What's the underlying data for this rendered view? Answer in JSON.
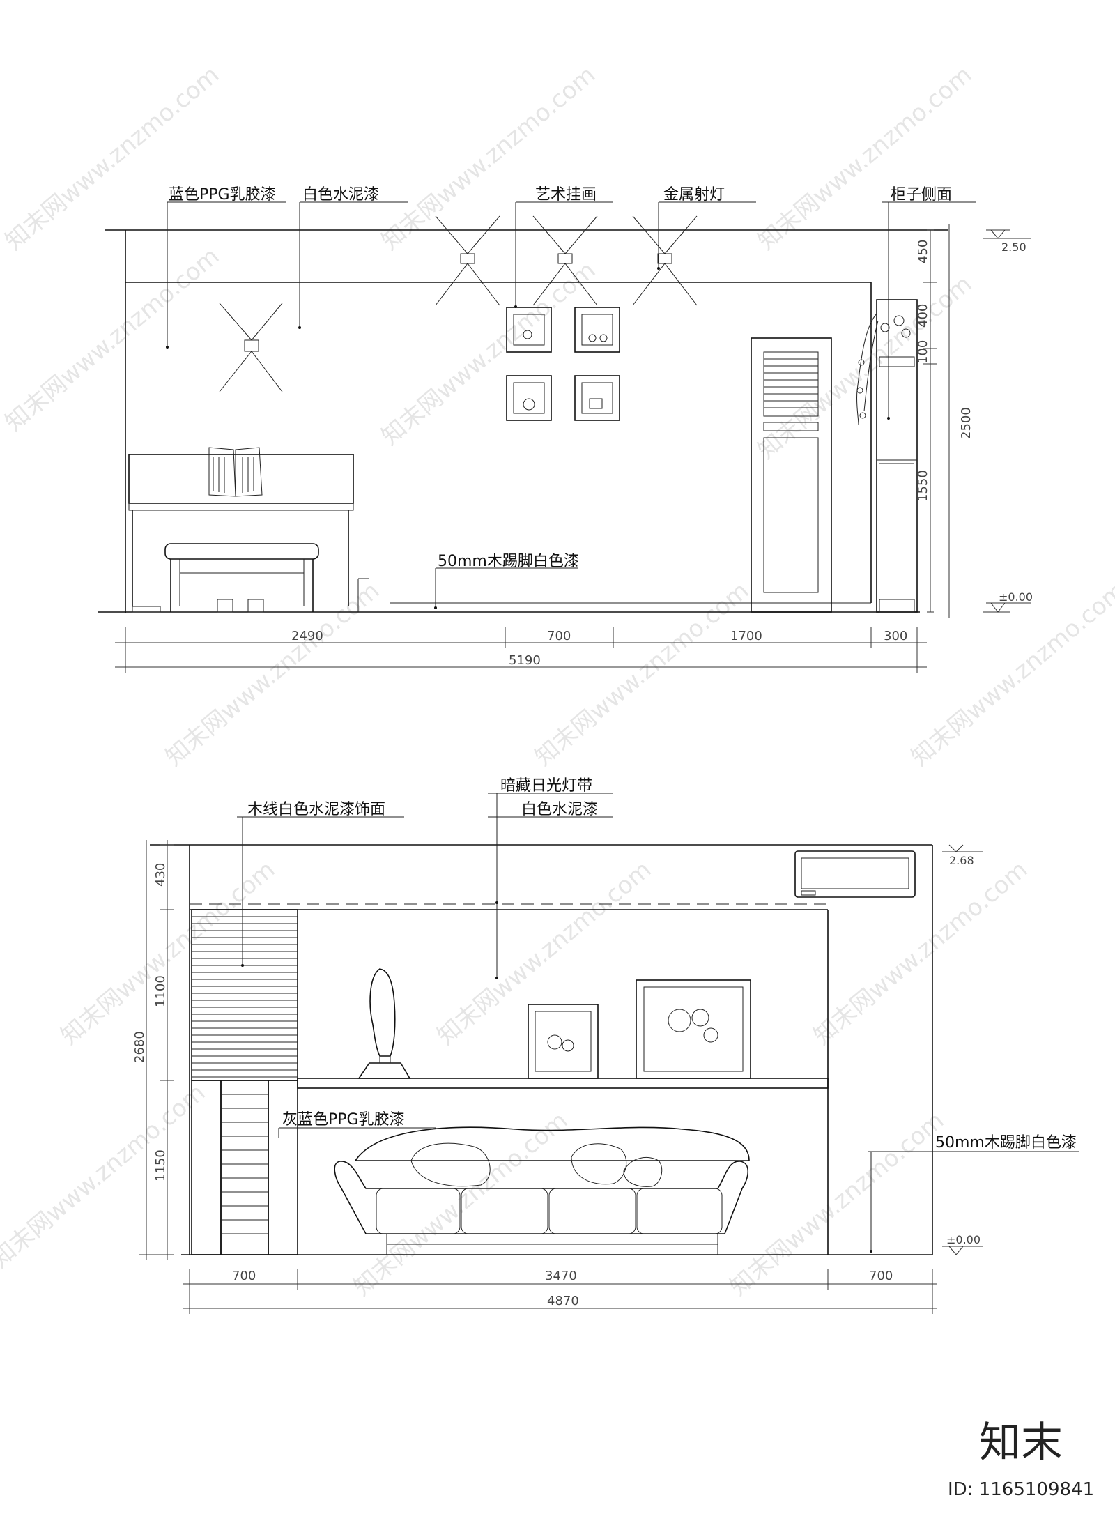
{
  "top_elevation": {
    "labels": {
      "blue_paint": "蓝色PPG乳胶漆",
      "white_cement": "白色水泥漆",
      "art_painting": "艺术挂画",
      "metal_spotlight": "金属射灯",
      "cabinet_side": "柜子侧面",
      "skirting": "50mm木踢脚白色漆"
    },
    "levels": {
      "top": "2.50",
      "floor": "±0.00"
    },
    "vertical_dims": {
      "d450": "450",
      "d400": "400",
      "d100": "100",
      "d1550": "1550",
      "d2500": "2500"
    },
    "horizontal_dims": {
      "d2490": "2490",
      "d700": "700",
      "d1700": "1700",
      "d300": "300",
      "total": "5190"
    }
  },
  "bottom_elevation": {
    "labels": {
      "wood_line": "木线白色水泥漆饰面",
      "hidden_light": "暗藏日光灯带",
      "white_cement": "白色水泥漆",
      "gray_blue_paint": "灰蓝色PPG乳胶漆",
      "skirting": "50mm木踢脚白色漆"
    },
    "levels": {
      "top": "2.68",
      "floor": "±0.00"
    },
    "vertical_dims": {
      "d430": "430",
      "d1100": "1100",
      "d1150": "1150",
      "d2680": "2680"
    },
    "horizontal_dims": {
      "d700a": "700",
      "d3470": "3470",
      "d700b": "700",
      "total": "4870"
    }
  },
  "watermark": {
    "text": "知末网www.znzmo.com"
  },
  "brand": {
    "name": "知末",
    "id": "ID: 1165109841"
  }
}
